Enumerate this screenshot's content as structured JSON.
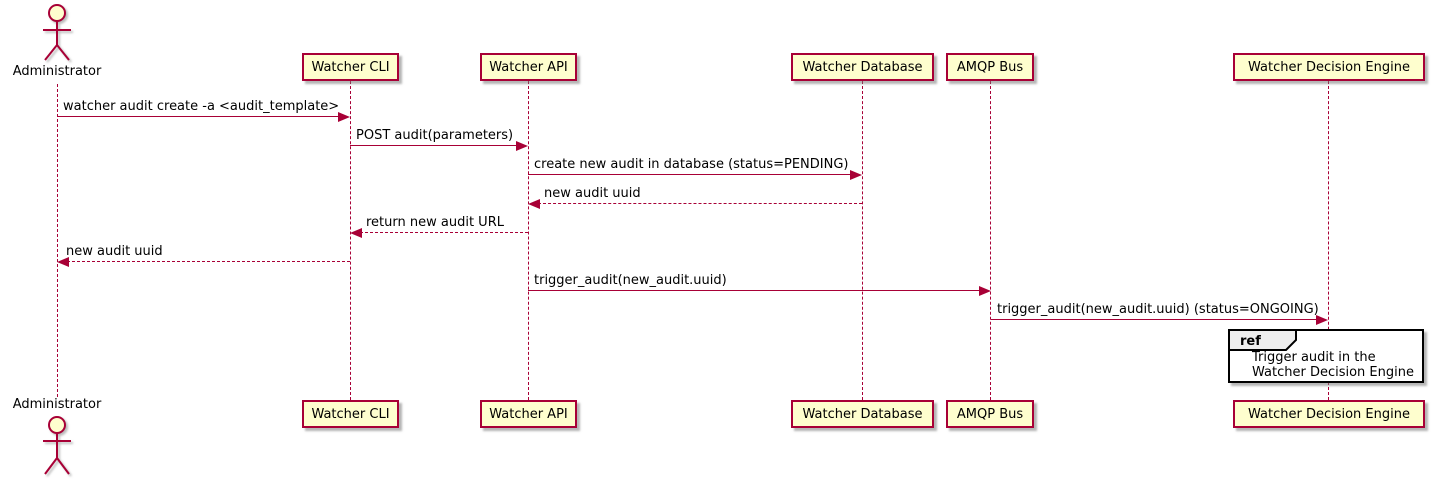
{
  "diagram": {
    "type": "sequence",
    "actor": {
      "name": "Administrator"
    },
    "participants": [
      {
        "name": "Watcher CLI"
      },
      {
        "name": "Watcher API"
      },
      {
        "name": "Watcher Database"
      },
      {
        "name": "AMQP Bus"
      },
      {
        "name": "Watcher Decision Engine"
      }
    ],
    "messages": [
      {
        "from": "Administrator",
        "to": "Watcher CLI",
        "text": "watcher audit create -a <audit_template>",
        "style": "solid"
      },
      {
        "from": "Watcher CLI",
        "to": "Watcher API",
        "text": "POST audit(parameters)",
        "style": "solid"
      },
      {
        "from": "Watcher API",
        "to": "Watcher Database",
        "text": "create new audit in database (status=PENDING)",
        "style": "solid"
      },
      {
        "from": "Watcher Database",
        "to": "Watcher API",
        "text": "new audit uuid",
        "style": "dashed"
      },
      {
        "from": "Watcher API",
        "to": "Watcher CLI",
        "text": "return new audit URL",
        "style": "dashed"
      },
      {
        "from": "Watcher CLI",
        "to": "Administrator",
        "text": "new audit uuid",
        "style": "dashed"
      },
      {
        "from": "Watcher API",
        "to": "AMQP Bus",
        "text": "trigger_audit(new_audit.uuid)",
        "style": "solid"
      },
      {
        "from": "AMQP Bus",
        "to": "Watcher Decision Engine",
        "text": "trigger_audit(new_audit.uuid) (status=ONGOING)",
        "style": "solid"
      }
    ],
    "ref": {
      "keyword": "ref",
      "line1": "Trigger audit in the",
      "line2": "Watcher Decision Engine"
    },
    "colors": {
      "participant_fill": "#FEFECE",
      "stroke": "#A80036",
      "ref_border": "#000000",
      "ref_tab_fill": "#EEEEEE",
      "background": "#FFFFFF"
    }
  }
}
